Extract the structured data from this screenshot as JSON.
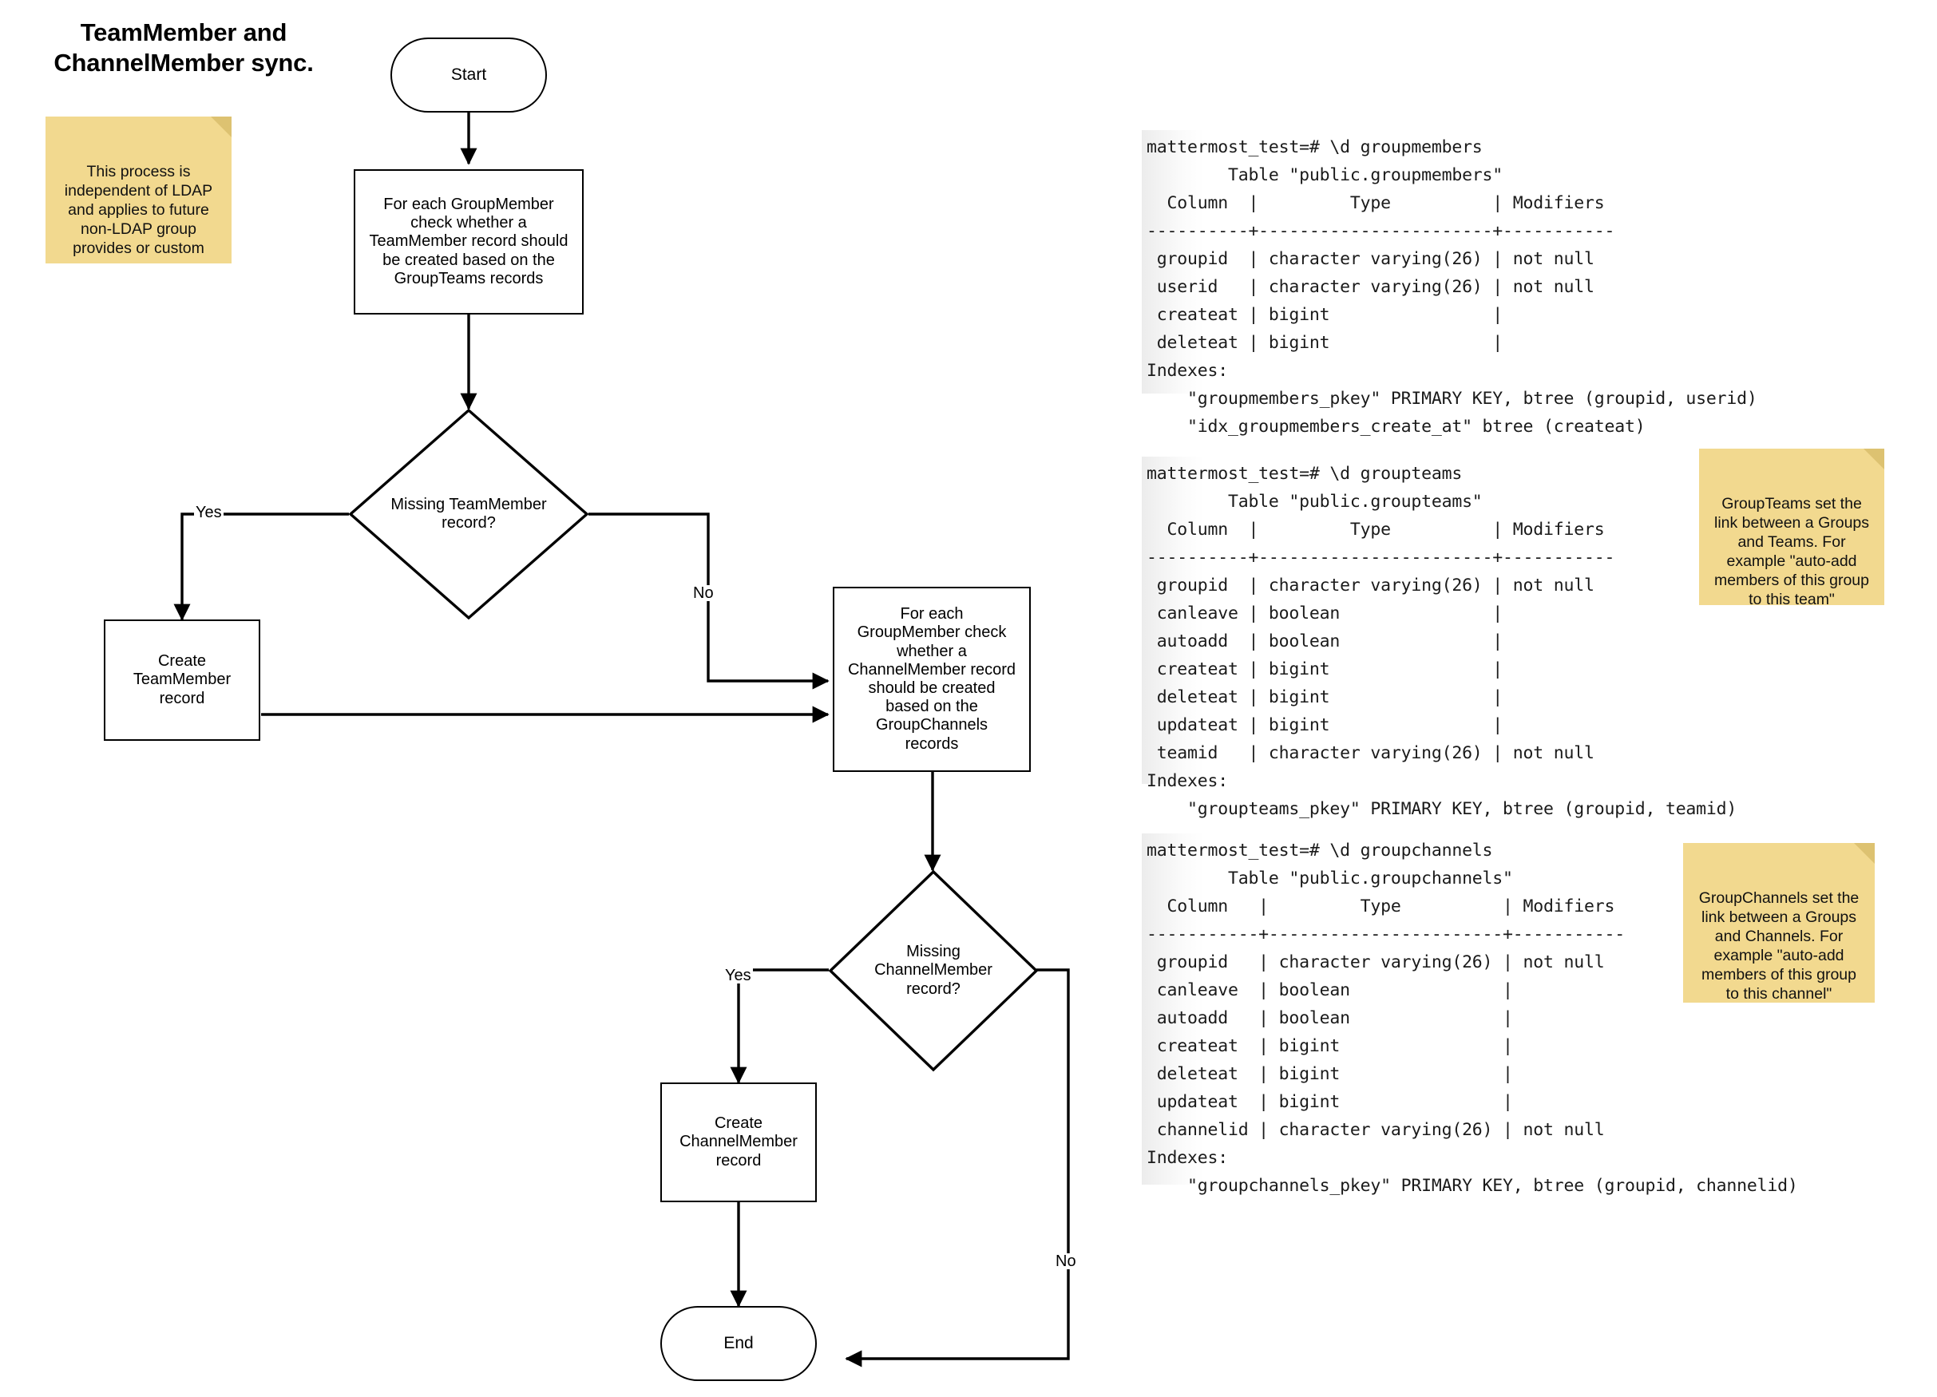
{
  "title": "TeamMember and\nChannelMember sync.",
  "flow": {
    "start": {
      "label": "Start"
    },
    "process_teammember": {
      "label": "For each GroupMember\ncheck whether a\nTeamMember record should\nbe created based on the\nGroupTeams records"
    },
    "decision_teammember": {
      "label": "Missing TeamMember\nrecord?"
    },
    "create_teammember": {
      "label": "Create\nTeamMember\nrecord"
    },
    "process_channelmember": {
      "label": "For each\nGroupMember check\nwhether a\nChannelMember record\nshould be created\nbased on the\nGroupChannels\nrecords"
    },
    "decision_channelmember": {
      "label": "Missing\nChannelMember\nrecord?"
    },
    "create_channelmember": {
      "label": "Create\nChannelMember\nrecord"
    },
    "end": {
      "label": "End"
    },
    "edge_labels": {
      "yes_teammember": "Yes",
      "no_teammember": "No",
      "yes_channelmember": "Yes",
      "no_channelmember": "No"
    }
  },
  "notes": {
    "ldap": "This process is\nindependent of LDAP\nand applies to future\nnon-LDAP group\nprovides or custom\ngroups",
    "groupteams": "GroupTeams set the\nlink between a Groups\nand Teams. For\nexample \"auto-add\nmembers of this group\nto this team\"",
    "groupchannels": "GroupChannels set the\nlink between a Groups\nand Channels. For\nexample \"auto-add\nmembers of this group\nto this channel\""
  },
  "terminals": {
    "groupmembers": "mattermost_test=# \\d groupmembers\n        Table \"public.groupmembers\"\n  Column  |         Type          | Modifiers \n----------+-----------------------+-----------\n groupid  | character varying(26) | not null\n userid   | character varying(26) | not null\n createat | bigint                |\n deleteat | bigint                |\nIndexes:\n    \"groupmembers_pkey\" PRIMARY KEY, btree (groupid, userid)\n    \"idx_groupmembers_create_at\" btree (createat)",
    "groupteams": "mattermost_test=# \\d groupteams\n        Table \"public.groupteams\"\n  Column  |         Type          | Modifiers \n----------+-----------------------+-----------\n groupid  | character varying(26) | not null\n canleave | boolean               |\n autoadd  | boolean               |\n createat | bigint                |\n deleteat | bigint                |\n updateat | bigint                |\n teamid   | character varying(26) | not null\nIndexes:\n    \"groupteams_pkey\" PRIMARY KEY, btree (groupid, teamid)",
    "groupchannels": "mattermost_test=# \\d groupchannels\n        Table \"public.groupchannels\"\n  Column   |         Type          | Modifiers \n-----------+-----------------------+-----------\n groupid   | character varying(26) | not null\n canleave  | boolean               |\n autoadd   | boolean               |\n createat  | bigint                |\n deleteat  | bigint                |\n updateat  | bigint                |\n channelid | character varying(26) | not null\nIndexes:\n    \"groupchannels_pkey\" PRIMARY KEY, btree (groupid, channelid)"
  },
  "colors": {
    "sticky_bg": "#f2d98f",
    "sticky_fold": "#ddc271",
    "stroke": "#000000",
    "canvas_bg": "#ffffff"
  }
}
